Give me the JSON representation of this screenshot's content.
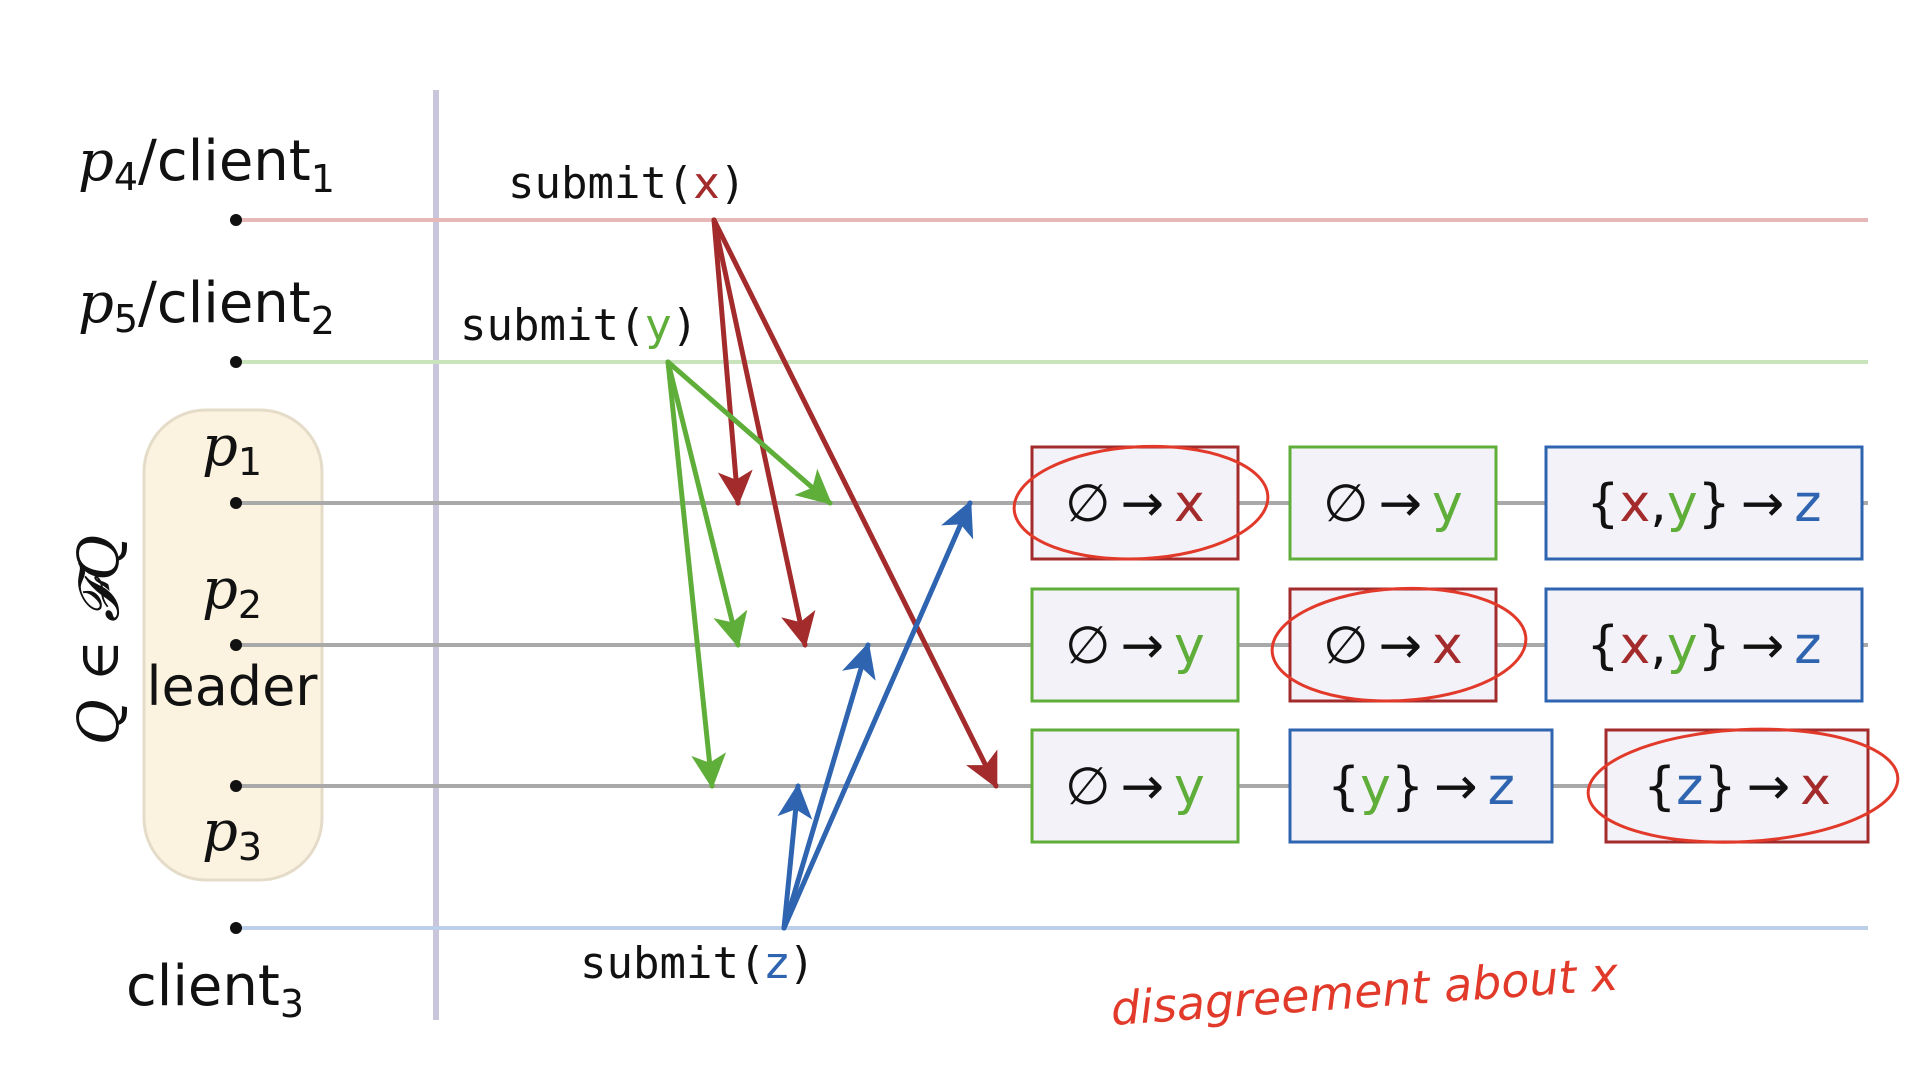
{
  "colors": {
    "red": "#a32b2b",
    "green": "#5fae3a",
    "blue": "#2e64b0",
    "annotation": "#e23a2a",
    "quorum_fill": "#fbf3df",
    "box_fill": "#f3f2f8"
  },
  "processes": [
    {
      "id": "p4",
      "label_main": "p",
      "label_sub": "4",
      "label_suffix": "/client",
      "suffix_sub": "1",
      "color": "#e6b8b8"
    },
    {
      "id": "p5",
      "label_main": "p",
      "label_sub": "5",
      "label_suffix": "/client",
      "suffix_sub": "2",
      "color": "#c9e3bd"
    },
    {
      "id": "p1",
      "label_main": "p",
      "label_sub": "1",
      "label_suffix": "",
      "suffix_sub": "",
      "color": "#a9a9a9"
    },
    {
      "id": "p2",
      "label_main": "p",
      "label_sub": "2",
      "label_suffix": "",
      "suffix_sub": "",
      "color": "#a9a9a9",
      "role": "leader"
    },
    {
      "id": "p3",
      "label_main": "p",
      "label_sub": "3",
      "label_suffix": "",
      "suffix_sub": "",
      "color": "#a9a9a9"
    },
    {
      "id": "client3",
      "label_main": "",
      "label_sub": "",
      "label_suffix": "client",
      "suffix_sub": "3",
      "color": "#bcd0ea"
    }
  ],
  "quorum_label": {
    "q": "Q",
    "in": "∈",
    "fq": "𝓕Q"
  },
  "submits": [
    {
      "id": "x",
      "fn": "submit(",
      "arg": "x",
      "close": ")",
      "color": "#a32b2b"
    },
    {
      "id": "y",
      "fn": "submit(",
      "arg": "y",
      "close": ")",
      "color": "#5fae3a"
    },
    {
      "id": "z",
      "fn": "submit(",
      "arg": "z",
      "close": ")",
      "color": "#2e64b0"
    }
  ],
  "boxes": [
    {
      "row": "p1",
      "dep": "∅",
      "arrow": "→",
      "val": "x",
      "deps_parts": [],
      "border": "#a32b2b",
      "circled": true
    },
    {
      "row": "p1",
      "dep": "∅",
      "arrow": "→",
      "val": "y",
      "deps_parts": [],
      "border": "#5fae3a",
      "circled": false
    },
    {
      "row": "p1",
      "dep": "",
      "arrow": "→",
      "val": "z",
      "deps_parts": [
        "x",
        "y"
      ],
      "border": "#2e64b0",
      "circled": false
    },
    {
      "row": "p2",
      "dep": "∅",
      "arrow": "→",
      "val": "y",
      "deps_parts": [],
      "border": "#5fae3a",
      "circled": false
    },
    {
      "row": "p2",
      "dep": "∅",
      "arrow": "→",
      "val": "x",
      "deps_parts": [],
      "border": "#a32b2b",
      "circled": true
    },
    {
      "row": "p2",
      "dep": "",
      "arrow": "→",
      "val": "z",
      "deps_parts": [
        "x",
        "y"
      ],
      "border": "#2e64b0",
      "circled": false
    },
    {
      "row": "p3",
      "dep": "∅",
      "arrow": "→",
      "val": "y",
      "deps_parts": [],
      "border": "#5fae3a",
      "circled": false
    },
    {
      "row": "p3",
      "dep": "",
      "arrow": "→",
      "val": "z",
      "deps_parts": [
        "y"
      ],
      "border": "#2e64b0",
      "circled": false
    },
    {
      "row": "p3",
      "dep": "",
      "arrow": "→",
      "val": "x",
      "deps_parts": [
        "z"
      ],
      "border": "#a32b2b",
      "circled": true
    }
  ],
  "messages": [
    {
      "from": "p4",
      "to": "p1",
      "color": "#a32b2b"
    },
    {
      "from": "p4",
      "to": "p2",
      "color": "#a32b2b"
    },
    {
      "from": "p4",
      "to": "p3",
      "color": "#a32b2b"
    },
    {
      "from": "p5",
      "to": "p1",
      "color": "#5fae3a"
    },
    {
      "from": "p5",
      "to": "p2",
      "color": "#5fae3a"
    },
    {
      "from": "p5",
      "to": "p3",
      "color": "#5fae3a"
    },
    {
      "from": "client3",
      "to": "p1",
      "color": "#2e64b0"
    },
    {
      "from": "client3",
      "to": "p2",
      "color": "#2e64b0"
    },
    {
      "from": "client3",
      "to": "p3",
      "color": "#2e64b0"
    }
  ],
  "annotation": "disagreement about x"
}
